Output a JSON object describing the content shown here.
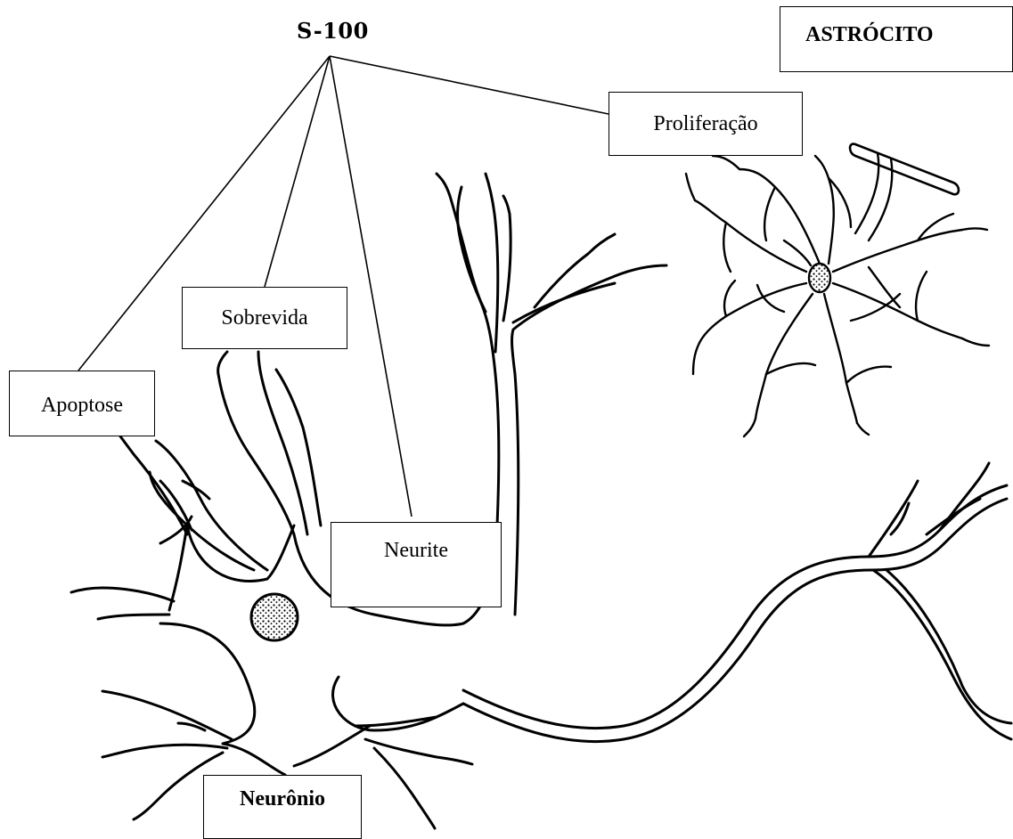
{
  "title": "S-100",
  "cells": {
    "astrocyte_label": "ASTRÓCITO",
    "neuron_label": "Neurônio"
  },
  "effects": {
    "proliferation": "Proliferação",
    "survival": "Sobrevida",
    "apoptosis": "Apoptose",
    "neurite": "Neurite"
  },
  "colors": {
    "line": "#000000",
    "background": "#ffffff"
  }
}
